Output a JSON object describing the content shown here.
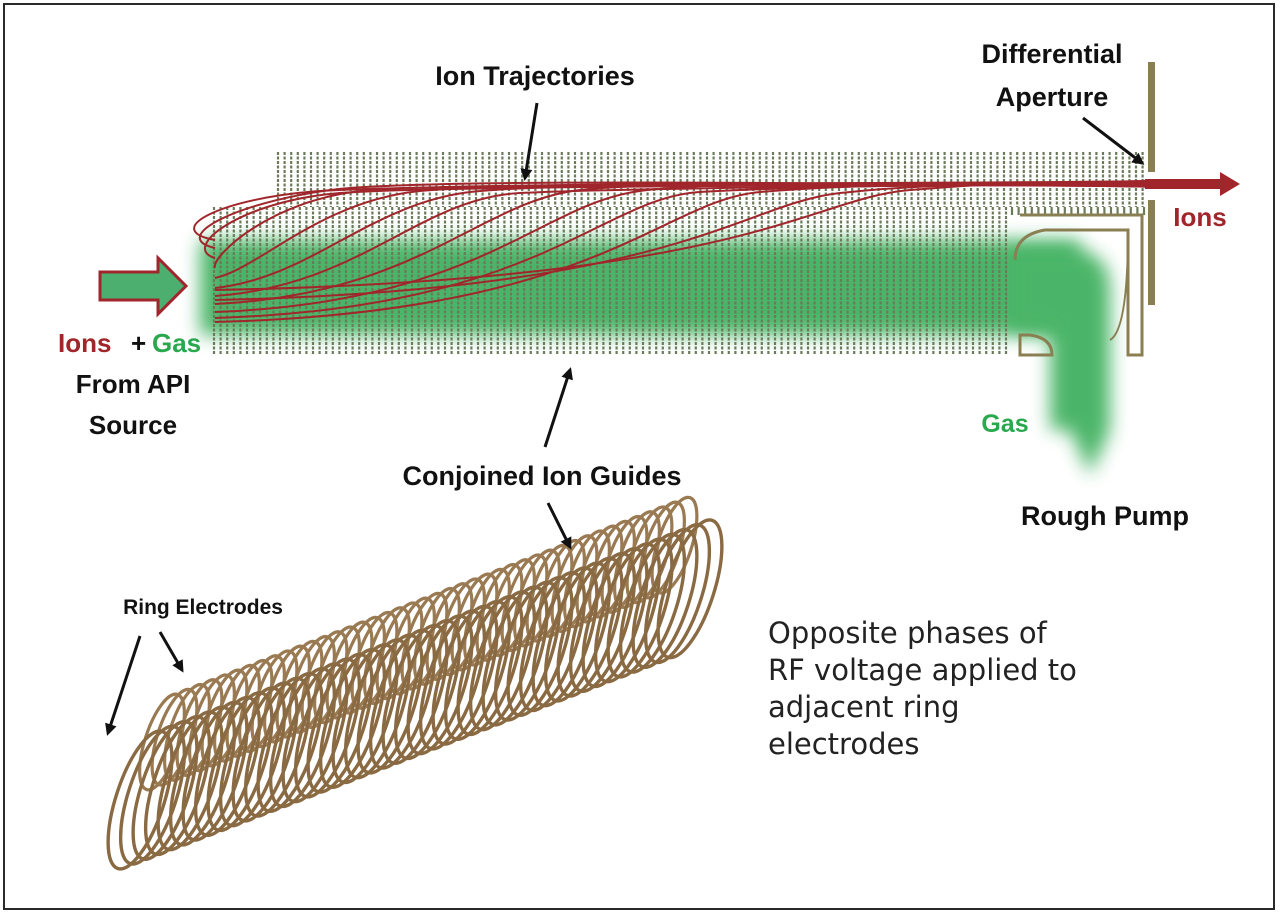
{
  "labels": {
    "ion_trajectories": "Ion Trajectories",
    "differential": "Differential",
    "aperture": "Aperture",
    "ions_out": "Ions",
    "ions_in": "Ions",
    "plus": "+",
    "gas_in": "Gas",
    "from_api": "From API",
    "source": "Source",
    "gas_out": "Gas",
    "rough_pump": "Rough Pump",
    "conjoined_ion_guides": "Conjoined Ion Guides",
    "ring_electrodes": "Ring Electrodes",
    "note_lines": [
      "Opposite phases of",
      "RF voltage applied to",
      "adjacent ring",
      "electrodes"
    ]
  },
  "colors": {
    "ion_red": "#a0262c",
    "gas_green": "#2aa84e",
    "electrode_bar": "#6b7b5a",
    "ring_bronze": "#9a7a52",
    "aperture_olive": "#8a7f52",
    "text": "#111111"
  }
}
